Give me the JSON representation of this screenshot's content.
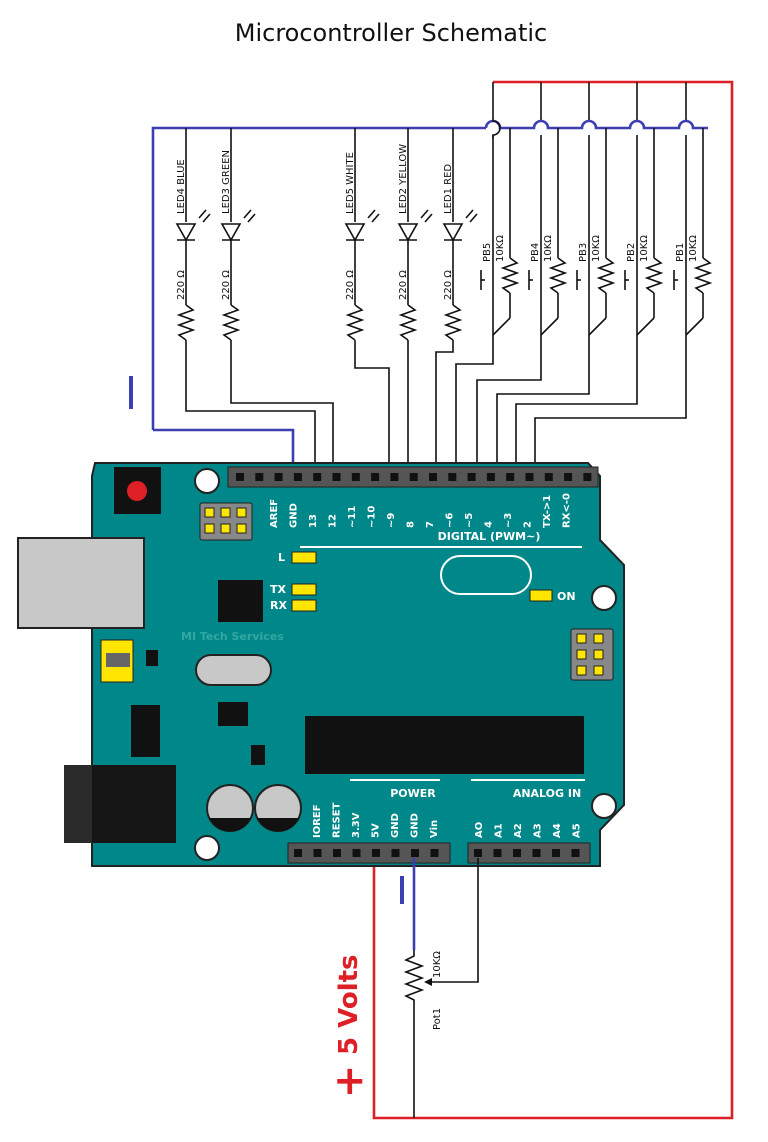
{
  "title": "Microcontroller Schematic",
  "leds": [
    {
      "label": "LED4 BLUE",
      "resistor": "220 Ω"
    },
    {
      "label": "LED3 GREEN",
      "resistor": "220 Ω"
    },
    {
      "label": "LED5 WHITE",
      "resistor": "220 Ω"
    },
    {
      "label": "LED2 YELLOW",
      "resistor": "220 Ω"
    },
    {
      "label": "LED1 RED",
      "resistor": "220 Ω"
    }
  ],
  "buttons": [
    {
      "label": "PB5",
      "resistor": "10KΩ"
    },
    {
      "label": "PB4",
      "resistor": "10KΩ"
    },
    {
      "label": "PB3",
      "resistor": "10KΩ"
    },
    {
      "label": "PB2",
      "resistor": "10KΩ"
    },
    {
      "label": "PB1",
      "resistor": "10KΩ"
    }
  ],
  "digital_pins": [
    "AREF",
    "GND",
    "13",
    "12",
    "~11",
    "~10",
    "~9",
    "8",
    "7",
    "~6",
    "~5",
    "4",
    "~3",
    "2",
    "TX->1",
    "RX<-0"
  ],
  "digital_header": "DIGITAL (PWM~)",
  "board_labels": {
    "l": "L",
    "tx": "TX",
    "rx": "RX",
    "on": "ON",
    "watermark": "MI Tech Services"
  },
  "power_header": "POWER",
  "analog_header": "ANALOG IN",
  "power_pins": [
    "IOREF",
    "RESET",
    "3.3V",
    "5V",
    "GND",
    "GND",
    "Vin"
  ],
  "analog_pins": [
    "AO",
    "A1",
    "A2",
    "A3",
    "A4",
    "A5"
  ],
  "pot": {
    "label": "Pot1",
    "value": "10KΩ"
  },
  "supply_label": "5 Volts",
  "supply_sign": "+",
  "colors": {
    "board": "#00878a",
    "wire_blue": "#3b3fb0",
    "wire_red": "#dd1f26",
    "led_yellow": "#ffe500"
  }
}
